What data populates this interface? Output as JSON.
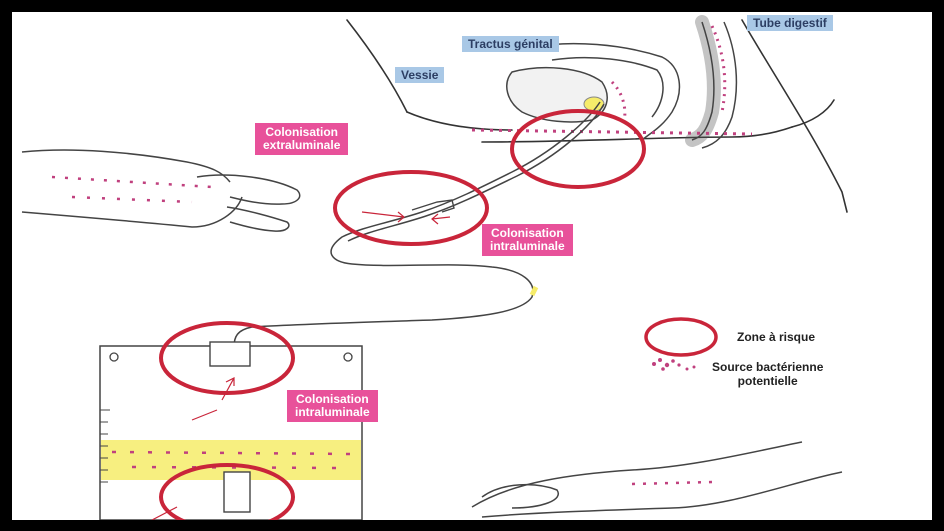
{
  "labels": {
    "digestive_tract": "Tube digestif",
    "genital_tract": "Tractus génital",
    "bladder": "Vessie",
    "extraluminal": [
      "Colonisation",
      "extraluminale"
    ],
    "intraluminal_top": [
      "Colonisation",
      "intraluminale"
    ],
    "intraluminal_bottom": [
      "Colonisation",
      "intraluminale"
    ]
  },
  "legend": {
    "risk_zone": "Zone à risque",
    "bacterial_source": [
      "Source bactérienne",
      "potentielle"
    ]
  },
  "colors": {
    "risk_circle": "#c9253a",
    "pink_label": "#e8519a",
    "blue_label": "#a9c8e6",
    "urine": "#f6ec6a",
    "bacteria": "#c0407e"
  }
}
